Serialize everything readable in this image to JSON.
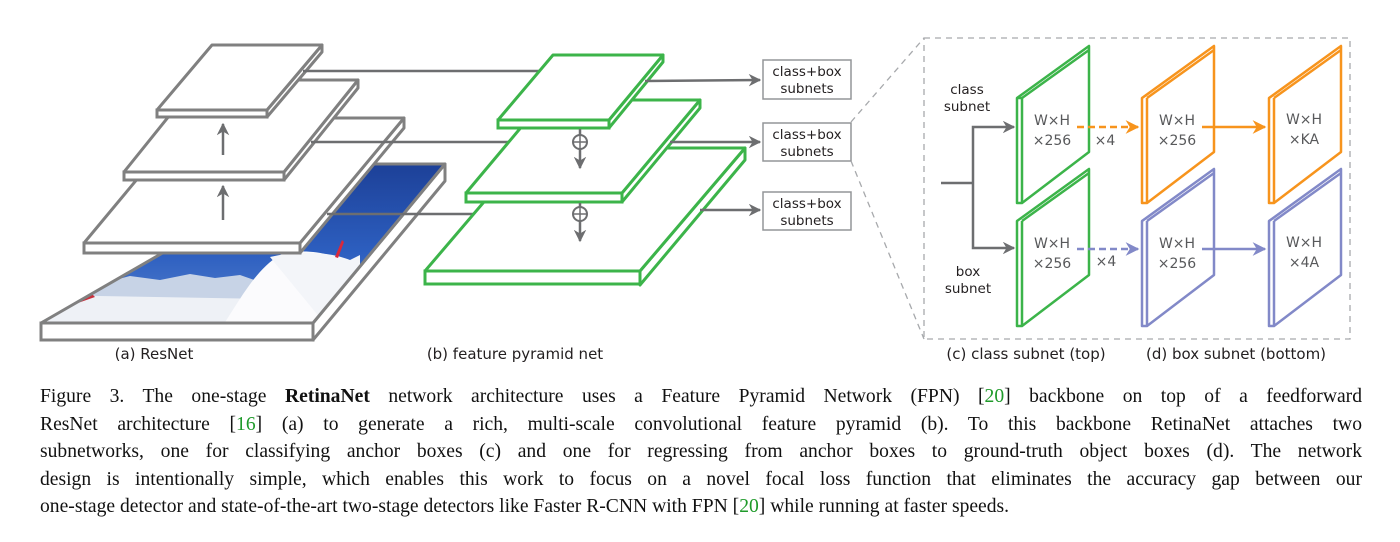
{
  "figure": {
    "colors": {
      "resnet_stroke": "#808080",
      "fpn_green": "#3cb44a",
      "class_orange": "#f7941d",
      "box_purple": "#8289c8",
      "arrow_gray": "#6d6e70",
      "dashed_gray": "#a7a9ac",
      "citation_green": "#1f9a2a"
    },
    "subfigure_labels": {
      "a": "(a) ResNet",
      "b": "(b) feature pyramid net",
      "c": "(c) class subnet (top)",
      "d": "(d) box subnet (bottom)"
    },
    "subnet_boxes": [
      {
        "line1": "class+box",
        "line2": "subnets"
      },
      {
        "line1": "class+box",
        "line2": "subnets"
      },
      {
        "line1": "class+box",
        "line2": "subnets"
      }
    ],
    "detail": {
      "class_branch_label": [
        "class",
        "subnet"
      ],
      "box_branch_label": [
        "box",
        "subnet"
      ],
      "repeat_label_top": "×4",
      "repeat_label_bottom": "×4",
      "class_layers": [
        {
          "line1": "W×H",
          "line2": "×256"
        },
        {
          "line1": "W×H",
          "line2": "×256"
        },
        {
          "line1": "W×H",
          "line2": "×KA"
        }
      ],
      "box_layers": [
        {
          "line1": "W×H",
          "line2": "×256"
        },
        {
          "line1": "W×H",
          "line2": "×256"
        },
        {
          "line1": "W×H",
          "line2": "×4A"
        }
      ]
    },
    "fpn_merge_icon": "circled-plus",
    "image_description": "ski slope photo with blue sky and snow ramp"
  },
  "caption": {
    "lines": [
      [
        {
          "t": "Figure 3. The one-stage ",
          "s": "plain"
        },
        {
          "t": "RetinaNet",
          "s": "bold"
        },
        {
          "t": " network architecture uses a Feature Pyramid Network (FPN) ",
          "s": "plain"
        },
        {
          "t": "[",
          "s": "plain"
        },
        {
          "t": "20",
          "s": "cite"
        },
        {
          "t": "]",
          "s": "plain"
        },
        {
          "t": " backbone on top of a feedforward",
          "s": "plain"
        }
      ],
      [
        {
          "t": "ResNet architecture ",
          "s": "plain"
        },
        {
          "t": "[",
          "s": "plain"
        },
        {
          "t": "16",
          "s": "cite"
        },
        {
          "t": "]",
          "s": "plain"
        },
        {
          "t": " (a) to generate a rich, multi-scale convolutional feature pyramid (b).  To this backbone RetinaNet attaches two",
          "s": "plain"
        }
      ],
      [
        {
          "t": "subnetworks, one for classifying anchor boxes (c) and one for regressing from anchor boxes to ground-truth object boxes (d). The network",
          "s": "plain"
        }
      ],
      [
        {
          "t": "design is intentionally simple, which enables this work to focus on a novel focal loss function that eliminates the accuracy gap between our",
          "s": "plain"
        }
      ],
      [
        {
          "t": "one-stage detector and state-of-the-art two-stage detectors like Faster R-CNN with FPN ",
          "s": "plain"
        },
        {
          "t": "[",
          "s": "plain"
        },
        {
          "t": "20",
          "s": "cite"
        },
        {
          "t": "]",
          "s": "plain"
        },
        {
          "t": " while running at faster speeds.",
          "s": "plain"
        }
      ]
    ]
  }
}
